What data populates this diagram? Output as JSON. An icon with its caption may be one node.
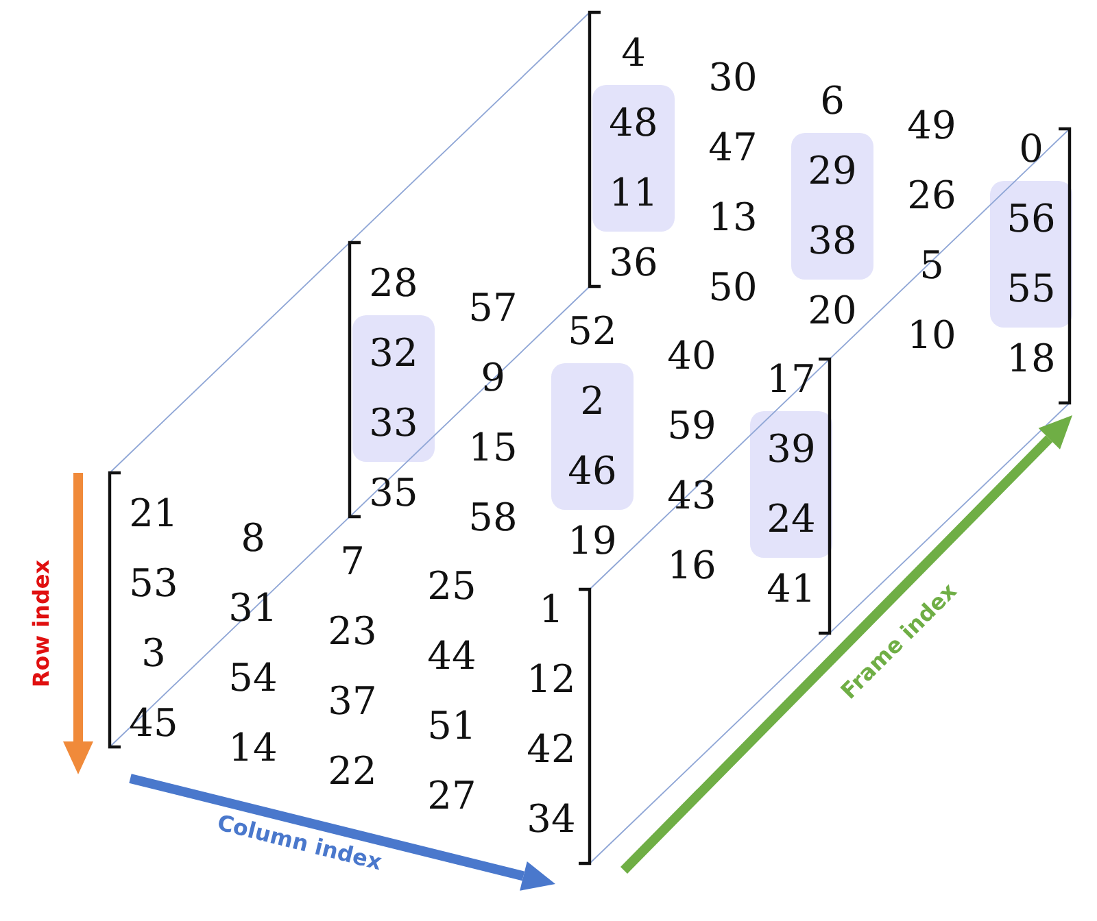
{
  "diagram": {
    "labels": [
      "4",
      "30",
      "6",
      "49",
      "0",
      "48",
      "47",
      "29",
      "26",
      "56",
      "11",
      "13",
      "38",
      "5",
      "55",
      "36",
      "50",
      "20",
      "10",
      "18",
      "28",
      "57",
      "52",
      "40",
      "17",
      "32",
      "9",
      "2",
      "59",
      "39",
      "33",
      "15",
      "46",
      "43",
      "24",
      "35",
      "58",
      "19",
      "16",
      "41",
      "21",
      "8",
      "7",
      "25",
      "1",
      "53",
      "31",
      "23",
      "44",
      "12",
      "3",
      "54",
      "37",
      "51",
      "42",
      "45",
      "14",
      "22",
      "27",
      "34",
      "Row index",
      "Column index",
      "Frame index"
    ]
  }
}
